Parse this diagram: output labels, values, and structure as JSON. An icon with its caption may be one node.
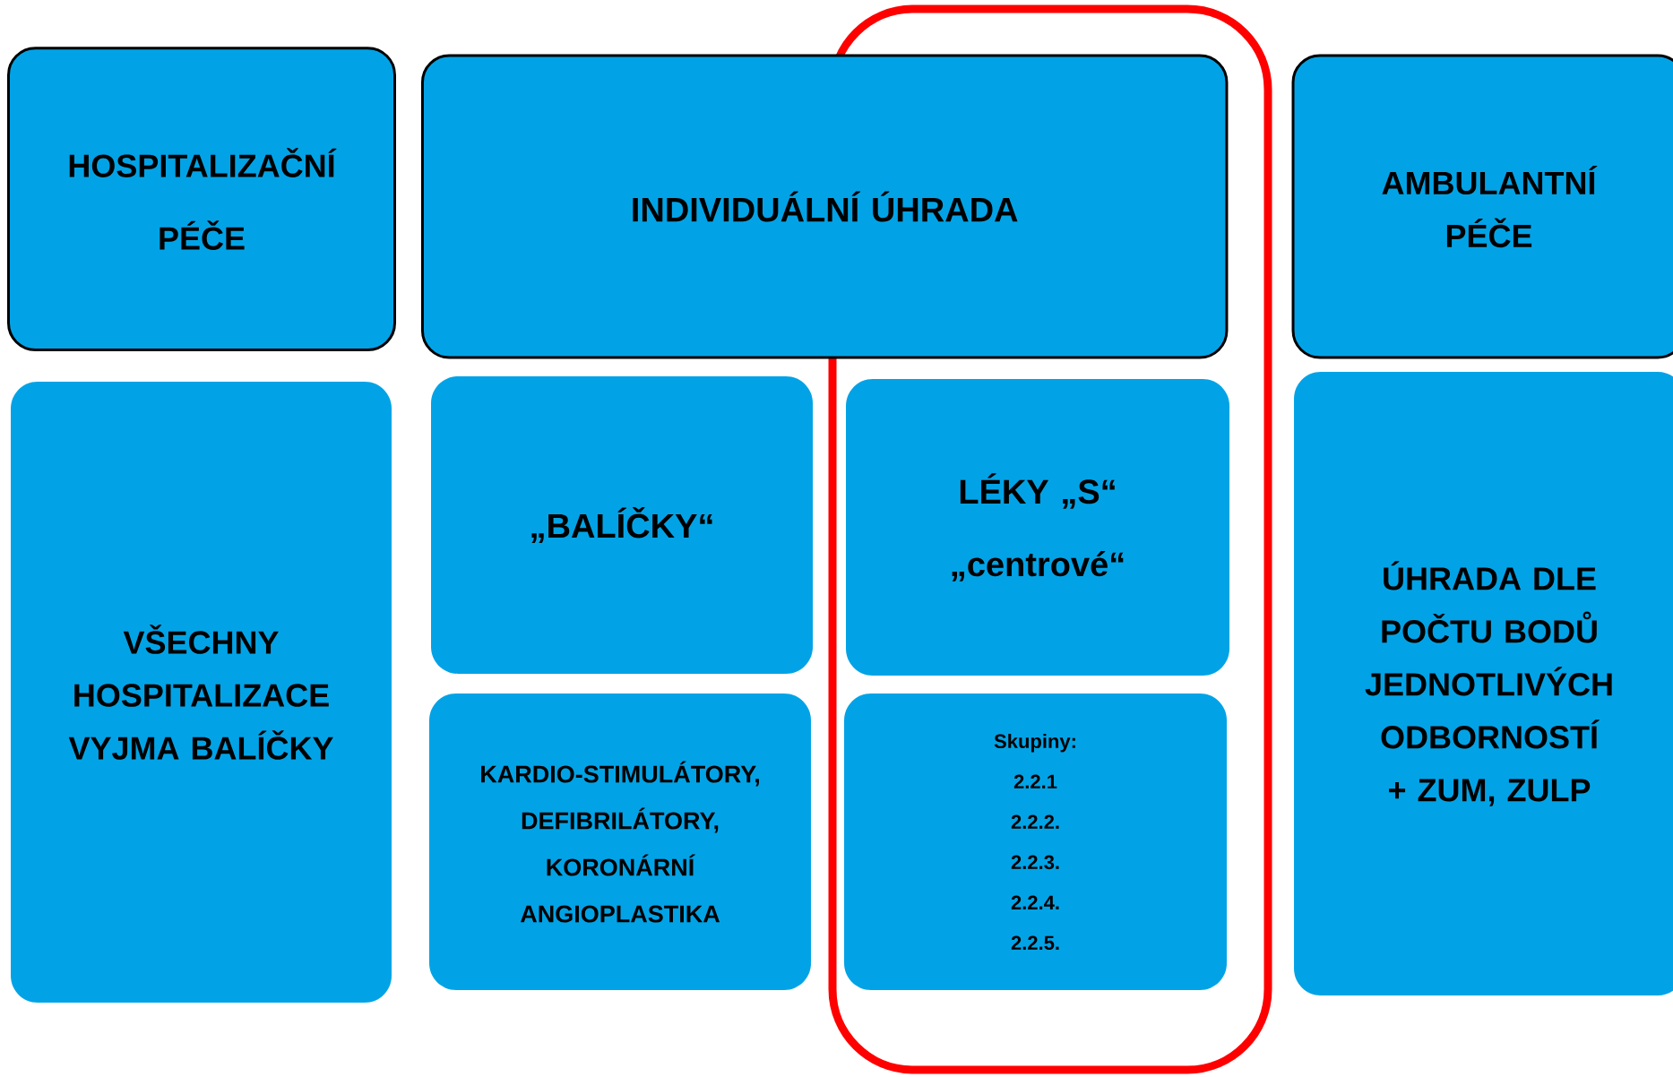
{
  "diagram": {
    "nodes": [
      {
        "text": [
          "HOSPITALIZAČNÍ PÉČE"
        ]
      },
      {
        "text": [
          "INDIVIDUÁLNÍ ÚHRADA"
        ]
      },
      {
        "text": [
          "AMBULANTNÍ PÉČE"
        ]
      },
      {
        "text": [
          "VŠECHNY HOSPITALIZACE VYJMA BALÍČKY"
        ]
      },
      {
        "text": [
          "„BALÍČKY“"
        ]
      },
      {
        "text": [
          "LÉKY „S“",
          "„centrové“"
        ]
      },
      {
        "text": [
          "KARDIO-STIMULÁTORY, DEFIBRILÁTORY, KORONÁRNÍ ANGIOPLASTIKA"
        ]
      },
      {
        "text": [
          "Skupiny:",
          "2.2.1",
          "2.2.2.",
          "2.2.3.",
          "2.2.4.",
          "2.2.5."
        ]
      },
      {
        "text": [
          "ÚHRADA DLE POČTU BODŮ JEDNOTLIVÝCH ODBORNOSTÍ + ZUM, ZULP"
        ]
      }
    ]
  }
}
